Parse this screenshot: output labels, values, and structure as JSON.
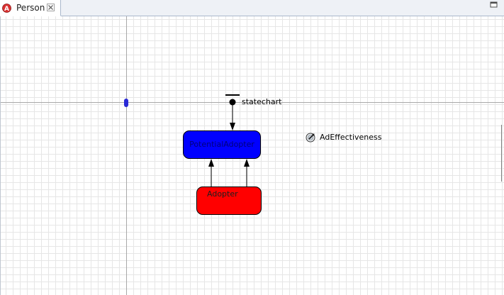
{
  "window": {
    "tab_title": "Person",
    "tab_icon": "anylogic-agent-icon",
    "tab_close_icon": "close-icon",
    "maximize_icon": "maximize-icon"
  },
  "diagram": {
    "statechart": {
      "label": "statechart",
      "entry_icon": "statechart-entry-point-icon"
    },
    "states": [
      {
        "name": "PotentialAdopter",
        "fill": "#0000ff",
        "text_color": "#00007a"
      },
      {
        "name": "Adopter",
        "fill": "#ff0000",
        "text_color": "#1e1e1e"
      }
    ],
    "parameter": {
      "label": "AdEffectiveness",
      "icon": "parameter-icon"
    }
  },
  "colors": {
    "grid_line": "#e6e6e6",
    "axis_line": "#a8a8a8",
    "origin_marker": "#2a2ad6",
    "tabbar_bg": "#eef1f6"
  }
}
